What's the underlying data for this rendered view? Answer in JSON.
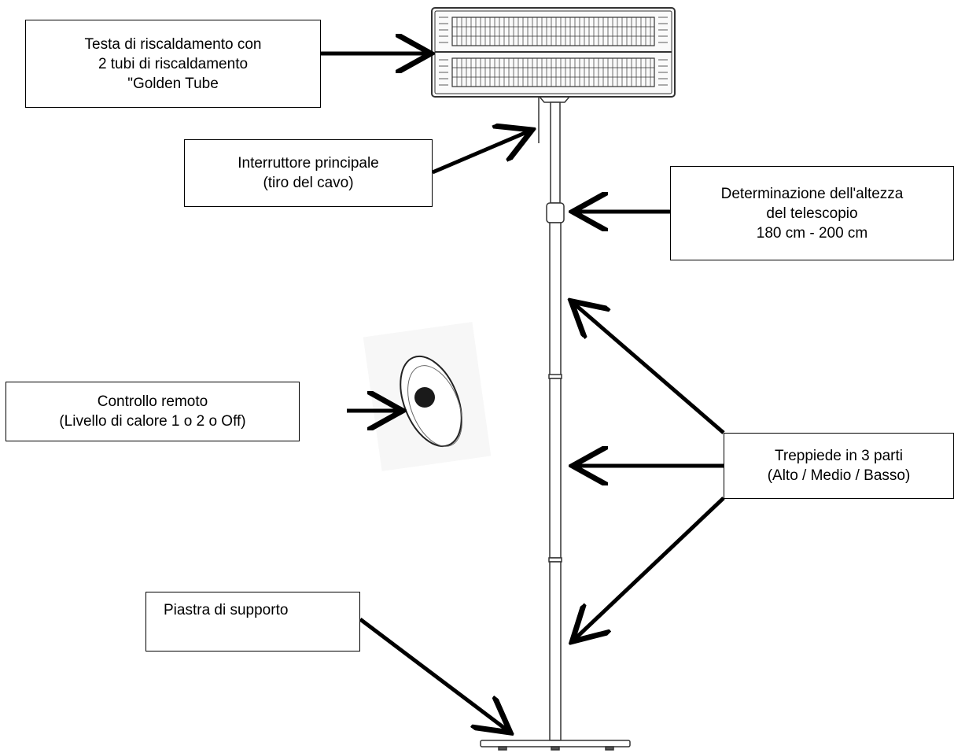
{
  "colors": {
    "line": "#000000",
    "background": "#ffffff",
    "remote_button": "#1a1a1a"
  },
  "labels": {
    "heating_head": [
      "Testa di riscaldamento con",
      "2 tubi di riscaldamento",
      "\"Golden Tube"
    ],
    "main_switch": [
      "Interruttore principale",
      "(tiro del cavo)"
    ],
    "telescope_height": [
      "Determinazione dell'altezza",
      "del telescopio",
      "180 cm - 200 cm"
    ],
    "remote_control": [
      "Controllo remoto",
      "(Livello di calore 1 o 2 o Off)"
    ],
    "tripod": [
      "Treppiede in 3 parti",
      "(Alto / Medio / Basso)"
    ],
    "base_plate": [
      "Piastra di supporto"
    ]
  }
}
